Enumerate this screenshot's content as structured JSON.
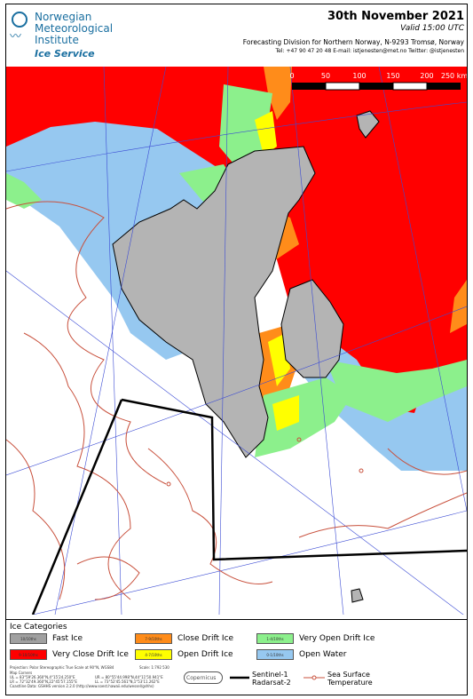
{
  "header": {
    "institute_line1": "Norwegian",
    "institute_line2": "Meteorological",
    "institute_line3": "Institute",
    "service": "Ice Service",
    "date": "30th November 2021",
    "valid": "Valid 15:00 UTC",
    "division": "Forecasting Division for Northern Norway, N-9293 Tromsø, Norway",
    "contact": "Tel: +47 90 47 20 48   E-mail: istjenesten@met.no   Twitter: @istjenesten"
  },
  "map": {
    "scale_labels": [
      "0",
      "50",
      "100",
      "150",
      "200",
      "250 km"
    ]
  },
  "colors": {
    "fast_ice": "#a0a0a0",
    "very_close_drift": "#ff0000",
    "close_drift": "#ff8c1a",
    "open_drift": "#ffff00",
    "very_open_drift": "#8cf08c",
    "open_water": "#96c8f0",
    "sst": "#c8503c",
    "land": "#b4b4b4"
  },
  "legend": {
    "title": "Ice Categories",
    "items": [
      {
        "label": "Fast Ice",
        "code": "10/10ths"
      },
      {
        "label": "Close Drift Ice",
        "code": "7-9/10ths"
      },
      {
        "label": "Very Open Drift Ice",
        "code": "1-4/10ths"
      },
      {
        "label": "Very Close Drift Ice",
        "code": "9-10/10ths"
      },
      {
        "label": "Open Drift Ice",
        "code": "4-7/10ths"
      },
      {
        "label": "Open Water",
        "code": "0-1/10ths"
      }
    ],
    "projection": "Projection: Polar Stereographic True Scale at 90°N, WGS84",
    "scale": "Scale: 1:792 530",
    "corners_title": "Map Corners",
    "corner_ul": "UL = 83°59'26.360\"N,4°15'24.250\"E",
    "corner_lr": "LR = 72°32'49.360\"N,22°45'57.155\"E",
    "corner_ur": "UR = 80°55'44.998\"N,44°11'50.941\"E",
    "corner_ll": "LL = 73°52'45.561\"N,1°53'11.262\"E",
    "coastline": "Coastline Data: GSHHS version 2.2.0 (http://www.soest.hawaii.edu/wessel/gshhs)",
    "copernicus": "Copernicus",
    "sentinel": [
      "Sentinel-1",
      "Radarsat-2"
    ],
    "sst": [
      "Sea Surface",
      "Temperature"
    ]
  }
}
